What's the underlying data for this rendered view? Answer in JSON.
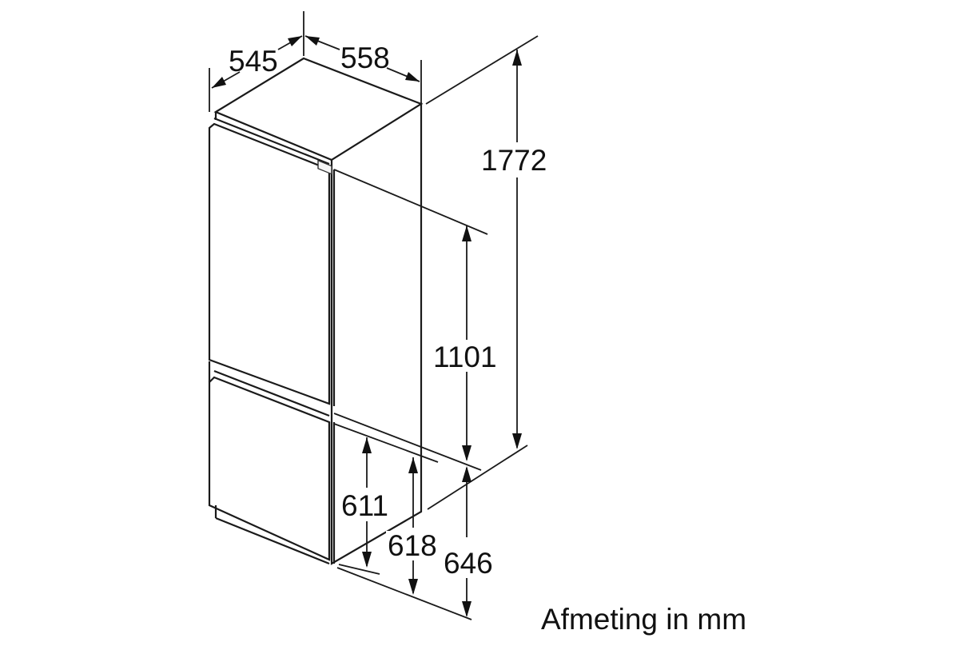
{
  "diagram": {
    "type": "technical-dimension-drawing",
    "subject": "built-in fridge-freezer",
    "unit_caption": "Afmeting in mm",
    "dimensions": {
      "depth": "545",
      "width": "558",
      "total_height": "1772",
      "upper_section_height": "1101",
      "lower_door_height": "611",
      "lower_section_height_inner": "618",
      "lower_section_height_outer": "646"
    },
    "colors": {
      "line": "#1a1a1a",
      "background": "#ffffff"
    }
  }
}
